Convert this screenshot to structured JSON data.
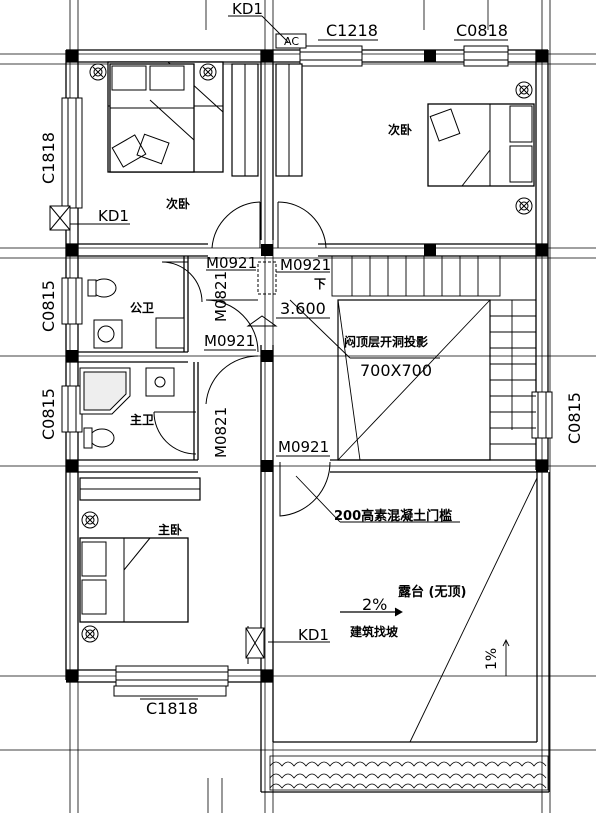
{
  "labels": {
    "kd1_top": "KD1",
    "ac": "AC",
    "c1218": "C1218",
    "c0818": "C0818",
    "c1818_left": "C1818",
    "kd1_left": "KD1",
    "bedroom_tl": "次卧",
    "bedroom_tr": "次卧",
    "m0921_a": "M0921",
    "m0921_b": "M0921",
    "down": "下",
    "m0821_a": "M0821",
    "elev": "3.600",
    "c0815_left1": "C0815",
    "public_bath": "公卫",
    "m0921_c": "M0921",
    "opening": "闷顶层开洞投影",
    "opening_size": "700X700",
    "c0815_left2": "C0815",
    "master_bath": "主卫",
    "m0821_b": "M0821",
    "c0815_right": "C0815",
    "m0921_d": "M0921",
    "sill": "200高素混凝土门槛",
    "master_bed": "主卧",
    "terrace": "露台 (无顶)",
    "slope": "2%",
    "slope_note": "建筑找坡",
    "kd1_bottom": "KD1",
    "slope_1": "1%",
    "c1818_bottom": "C1818"
  },
  "colors": {
    "line": "#000000",
    "paper": "#ffffff"
  }
}
